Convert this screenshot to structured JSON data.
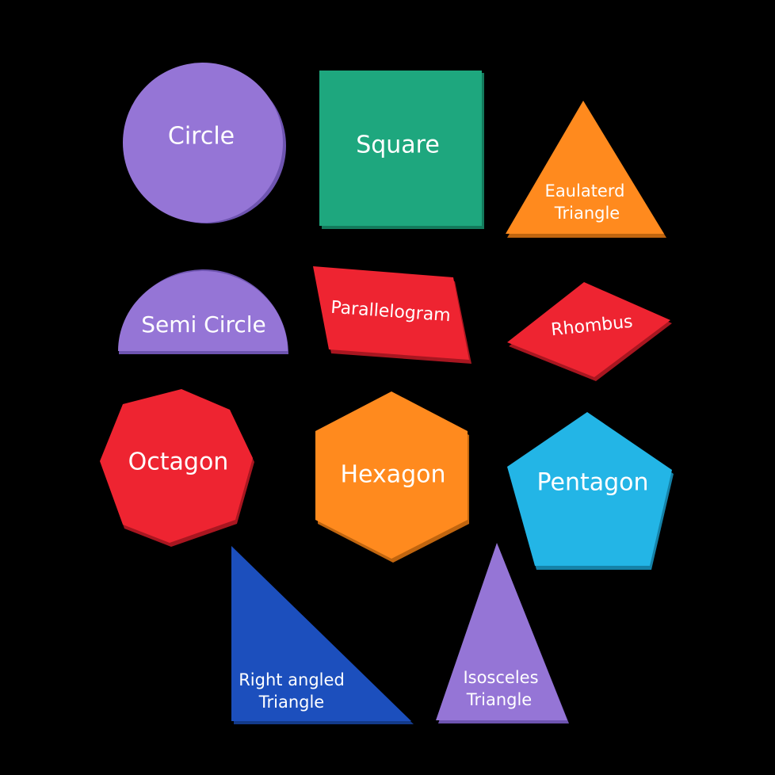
{
  "shapes": {
    "circle": {
      "label": "Circle",
      "color": "#9575d6"
    },
    "square": {
      "label": "Square",
      "color": "#1ea77e"
    },
    "equilateral_triangle": {
      "label_line1": "Eaulaterd",
      "label_line2": "Triangle",
      "color": "#ff8a1e"
    },
    "semi_circle": {
      "label": "Semi Circle",
      "color": "#9575d6"
    },
    "parallelogram": {
      "label": "Parallelogram",
      "color": "#ee2431"
    },
    "rhombus": {
      "label": "Rhombus",
      "color": "#ee2431"
    },
    "octagon": {
      "label": "Octagon",
      "color": "#ee2431"
    },
    "hexagon": {
      "label": "Hexagon",
      "color": "#ff8a1e"
    },
    "pentagon": {
      "label": "Pentagon",
      "color": "#23b5e6"
    },
    "right_angled_triangle": {
      "label_line1": "Right angled",
      "label_line2": "Triangle",
      "color": "#1c4fbd"
    },
    "isosceles_triangle": {
      "label_line1": "Isosceles",
      "label_line2": "Triangle",
      "color": "#9575d6"
    }
  }
}
